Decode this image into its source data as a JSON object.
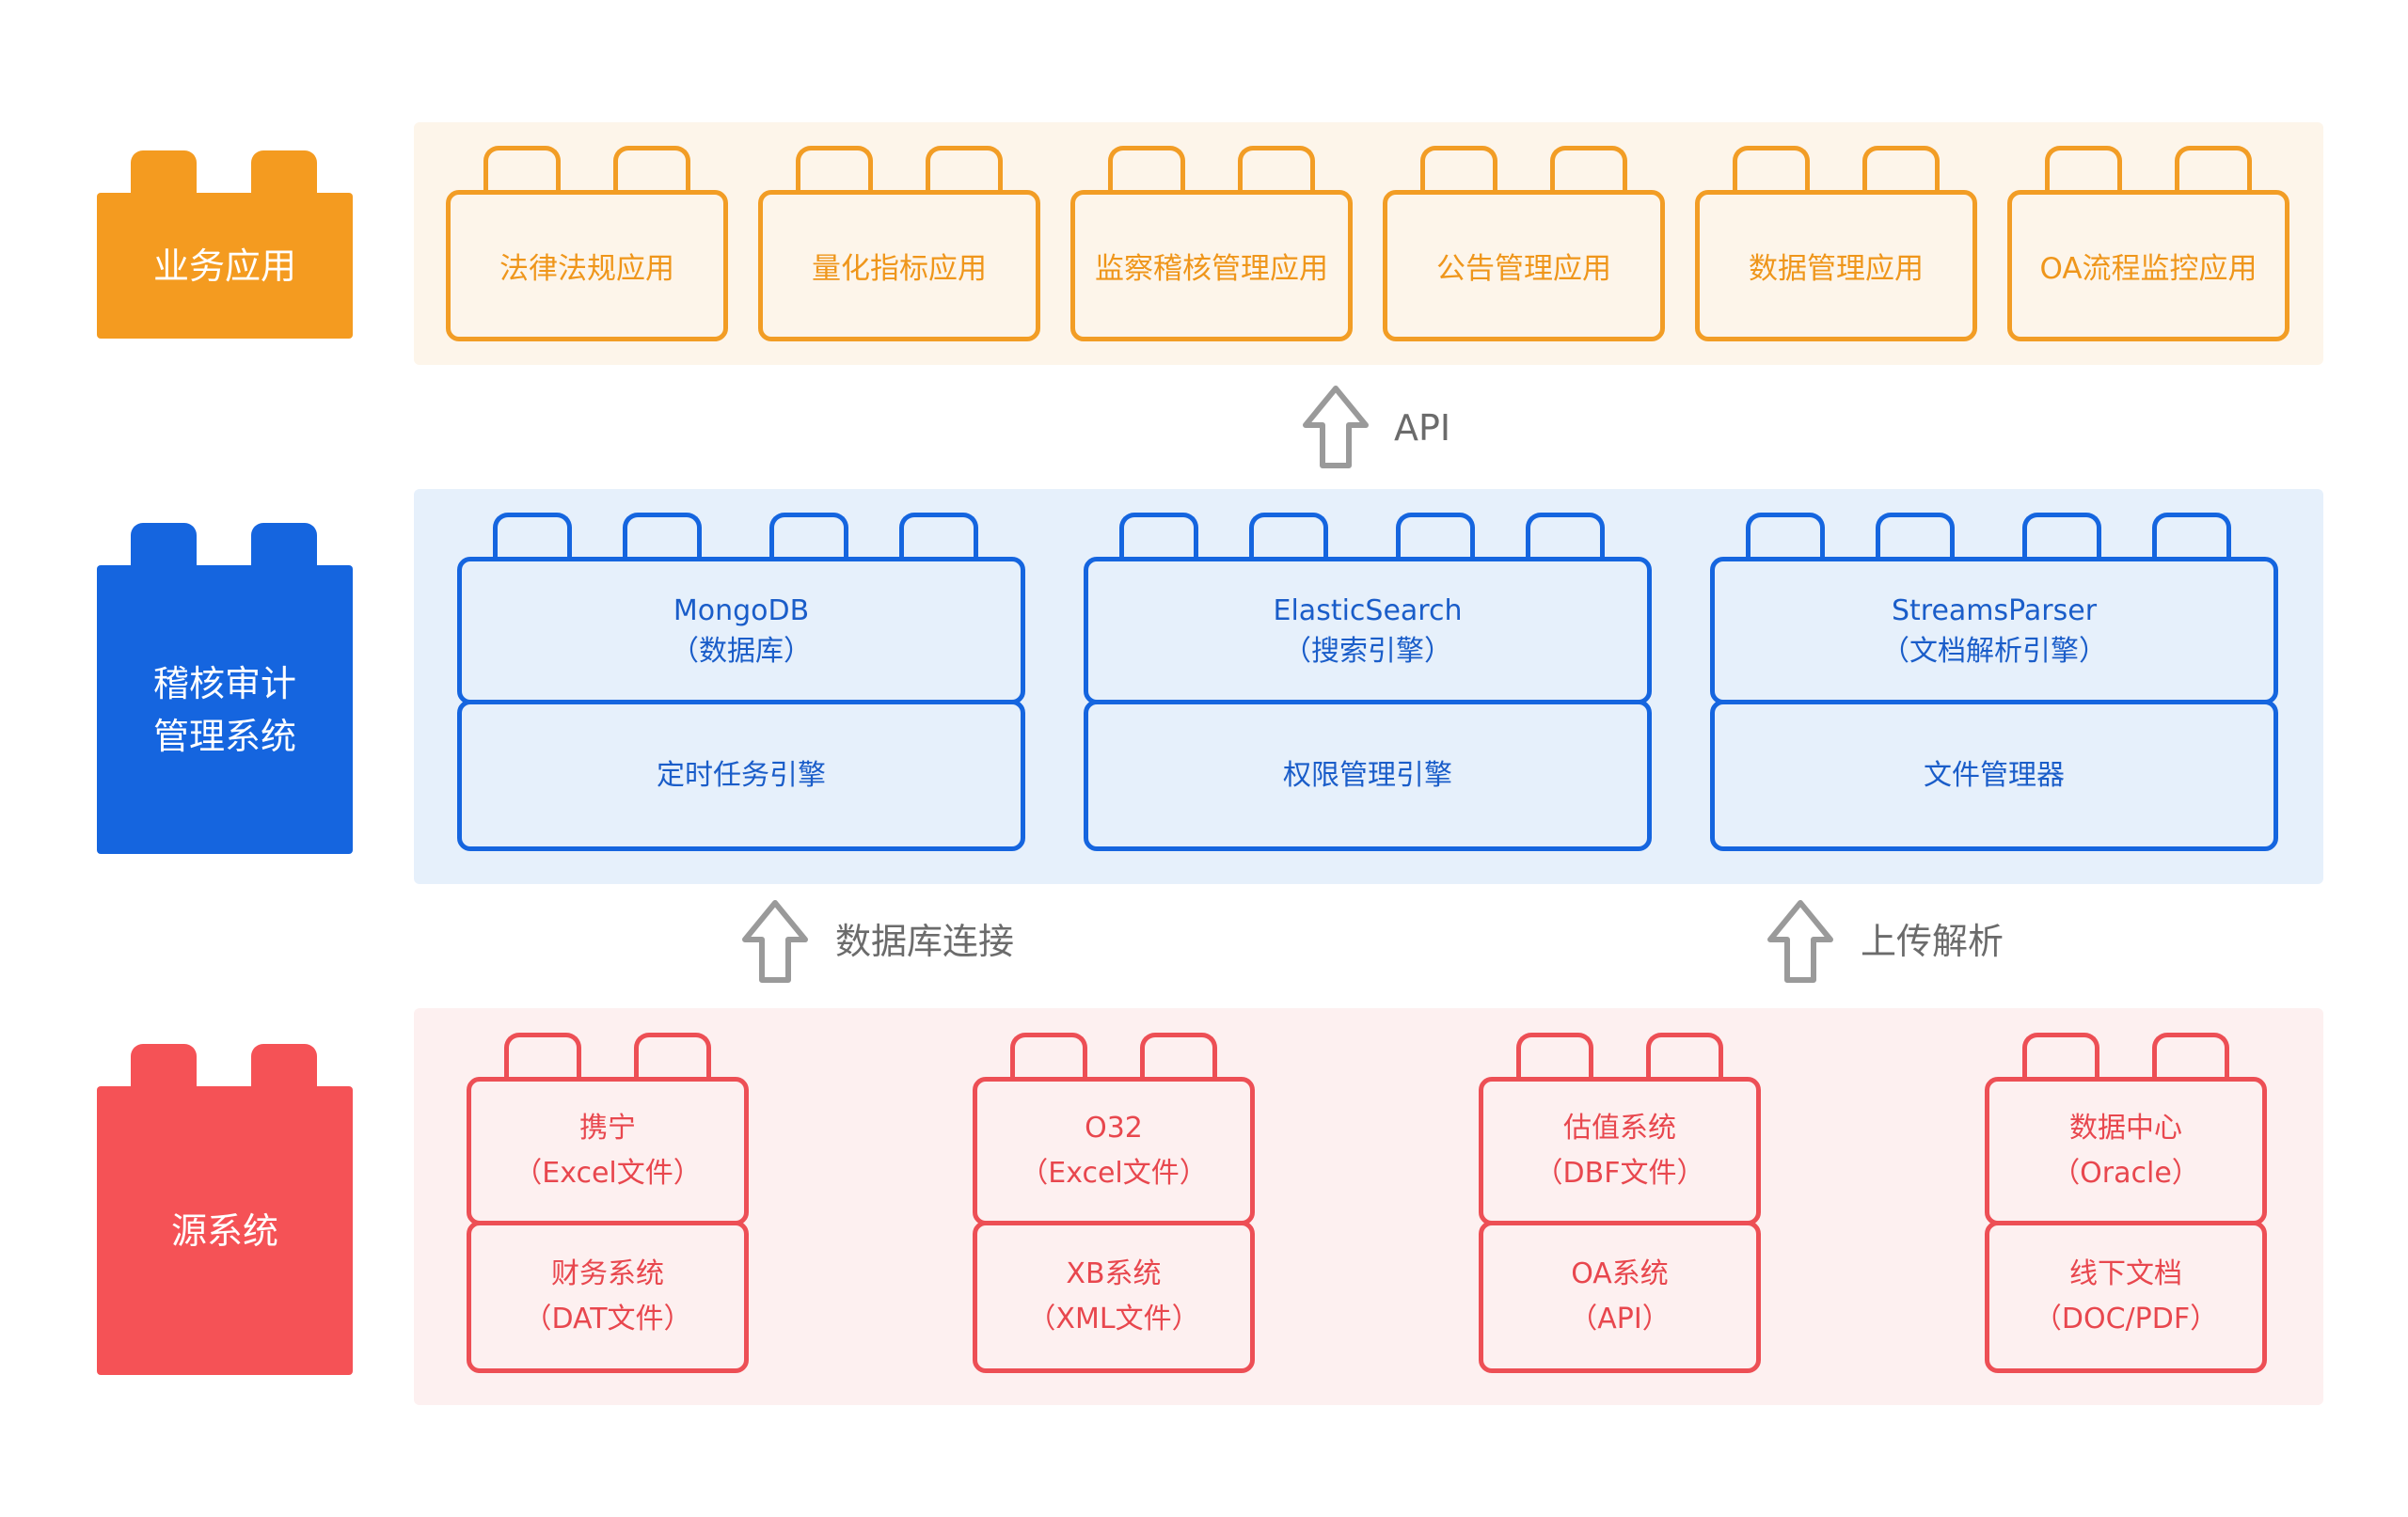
{
  "colors": {
    "business": "#f49b20",
    "audit": "#1565df",
    "source": "#f55256",
    "arrow": "#9a9a9a"
  },
  "layers": {
    "business": {
      "label": "业务应用"
    },
    "audit": {
      "label_line1": "稽核审计",
      "label_line2": "管理系统"
    },
    "source": {
      "label": "源系统"
    }
  },
  "business_apps": [
    "法律法规应用",
    "量化指标应用",
    "监察稽核管理应用",
    "公告管理应用",
    "数据管理应用",
    "OA流程监控应用"
  ],
  "engines": [
    {
      "name": "MongoDB",
      "sub": "（数据库）",
      "bottom": "定时任务引擎"
    },
    {
      "name": "ElasticSearch",
      "sub": "（搜索引擎）",
      "bottom": "权限管理引擎"
    },
    {
      "name": "StreamsParser",
      "sub": "（文档解析引擎）",
      "bottom": "文件管理器"
    }
  ],
  "sources": [
    {
      "top_name": "携宁",
      "top_sub": "（Excel文件）",
      "bottom_name": "财务系统",
      "bottom_sub": "（DAT文件）"
    },
    {
      "top_name": "O32",
      "top_sub": "（Excel文件）",
      "bottom_name": "XB系统",
      "bottom_sub": "（XML文件）"
    },
    {
      "top_name": "估值系统",
      "top_sub": "（DBF文件）",
      "bottom_name": "OA系统",
      "bottom_sub": "（API）"
    },
    {
      "top_name": "数据中心",
      "top_sub": "（Oracle）",
      "bottom_name": "线下文档",
      "bottom_sub": "（DOC/PDF）"
    }
  ],
  "connectors": {
    "api": "API",
    "db_connect": "数据库连接",
    "upload_parse": "上传解析"
  }
}
